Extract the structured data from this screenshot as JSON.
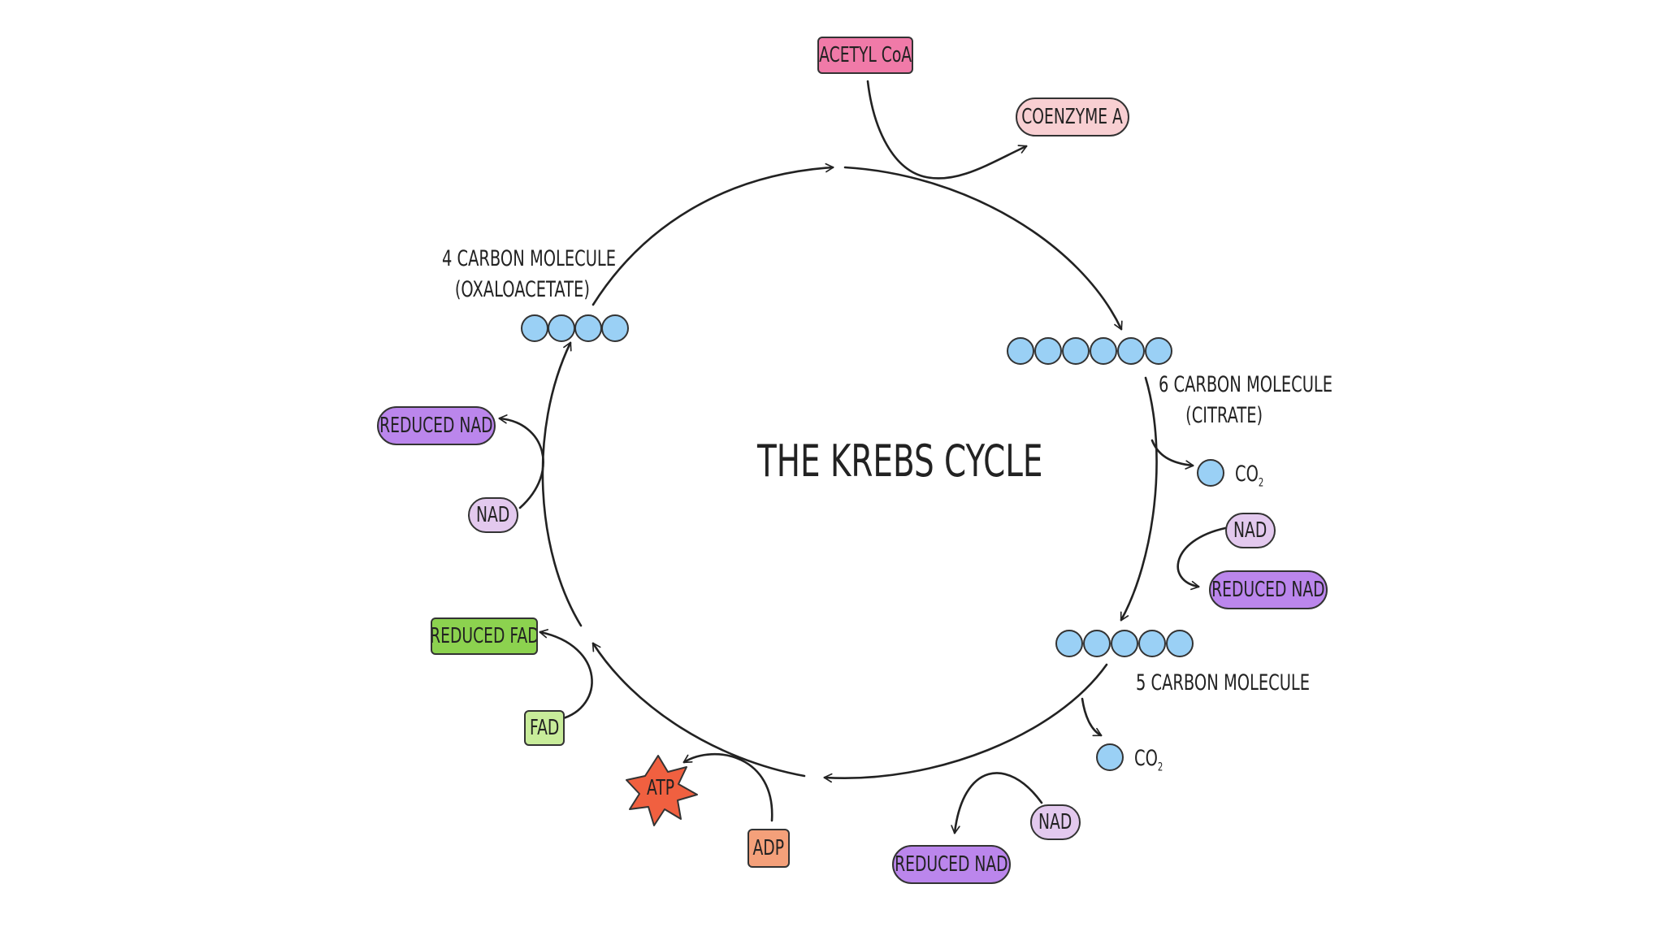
{
  "title": "THE KREBS CYCLE",
  "colors": {
    "acetyl_coa": "#f07aa8",
    "coenzyme_a": "#f8cfd2",
    "nad": "#e3c9ee",
    "reduced_nad": "#bb86ec",
    "fad": "#c8ec9a",
    "reduced_fad": "#8cd24f",
    "adp": "#f4a07a",
    "atp": "#f06040",
    "carbon": "#9ad0f5"
  },
  "inputs": {
    "acetyl_coa": "ACETYL CoA",
    "coenzyme_a": "COENZYME A"
  },
  "molecules": {
    "four_carbon": {
      "line1": "4 CARBON MOLECULE",
      "line2": "(OXALOACETATE)",
      "carbons": 4
    },
    "six_carbon": {
      "line1": "6 CARBON MOLECULE",
      "line2": "(CITRATE)",
      "carbons": 6
    },
    "five_carbon": {
      "line1": "5 CARBON MOLECULE",
      "carbons": 5
    }
  },
  "co2": {
    "base": "CO",
    "sub": "2"
  },
  "steps": {
    "nad_1": "NAD",
    "reduced_nad_1": "REDUCED NAD",
    "nad_2": "NAD",
    "reduced_nad_2": "REDUCED NAD",
    "adp": "ADP",
    "atp": "ATP",
    "fad": "FAD",
    "reduced_fad": "REDUCED FAD",
    "nad_3": "NAD",
    "reduced_nad_3": "REDUCED NAD"
  }
}
